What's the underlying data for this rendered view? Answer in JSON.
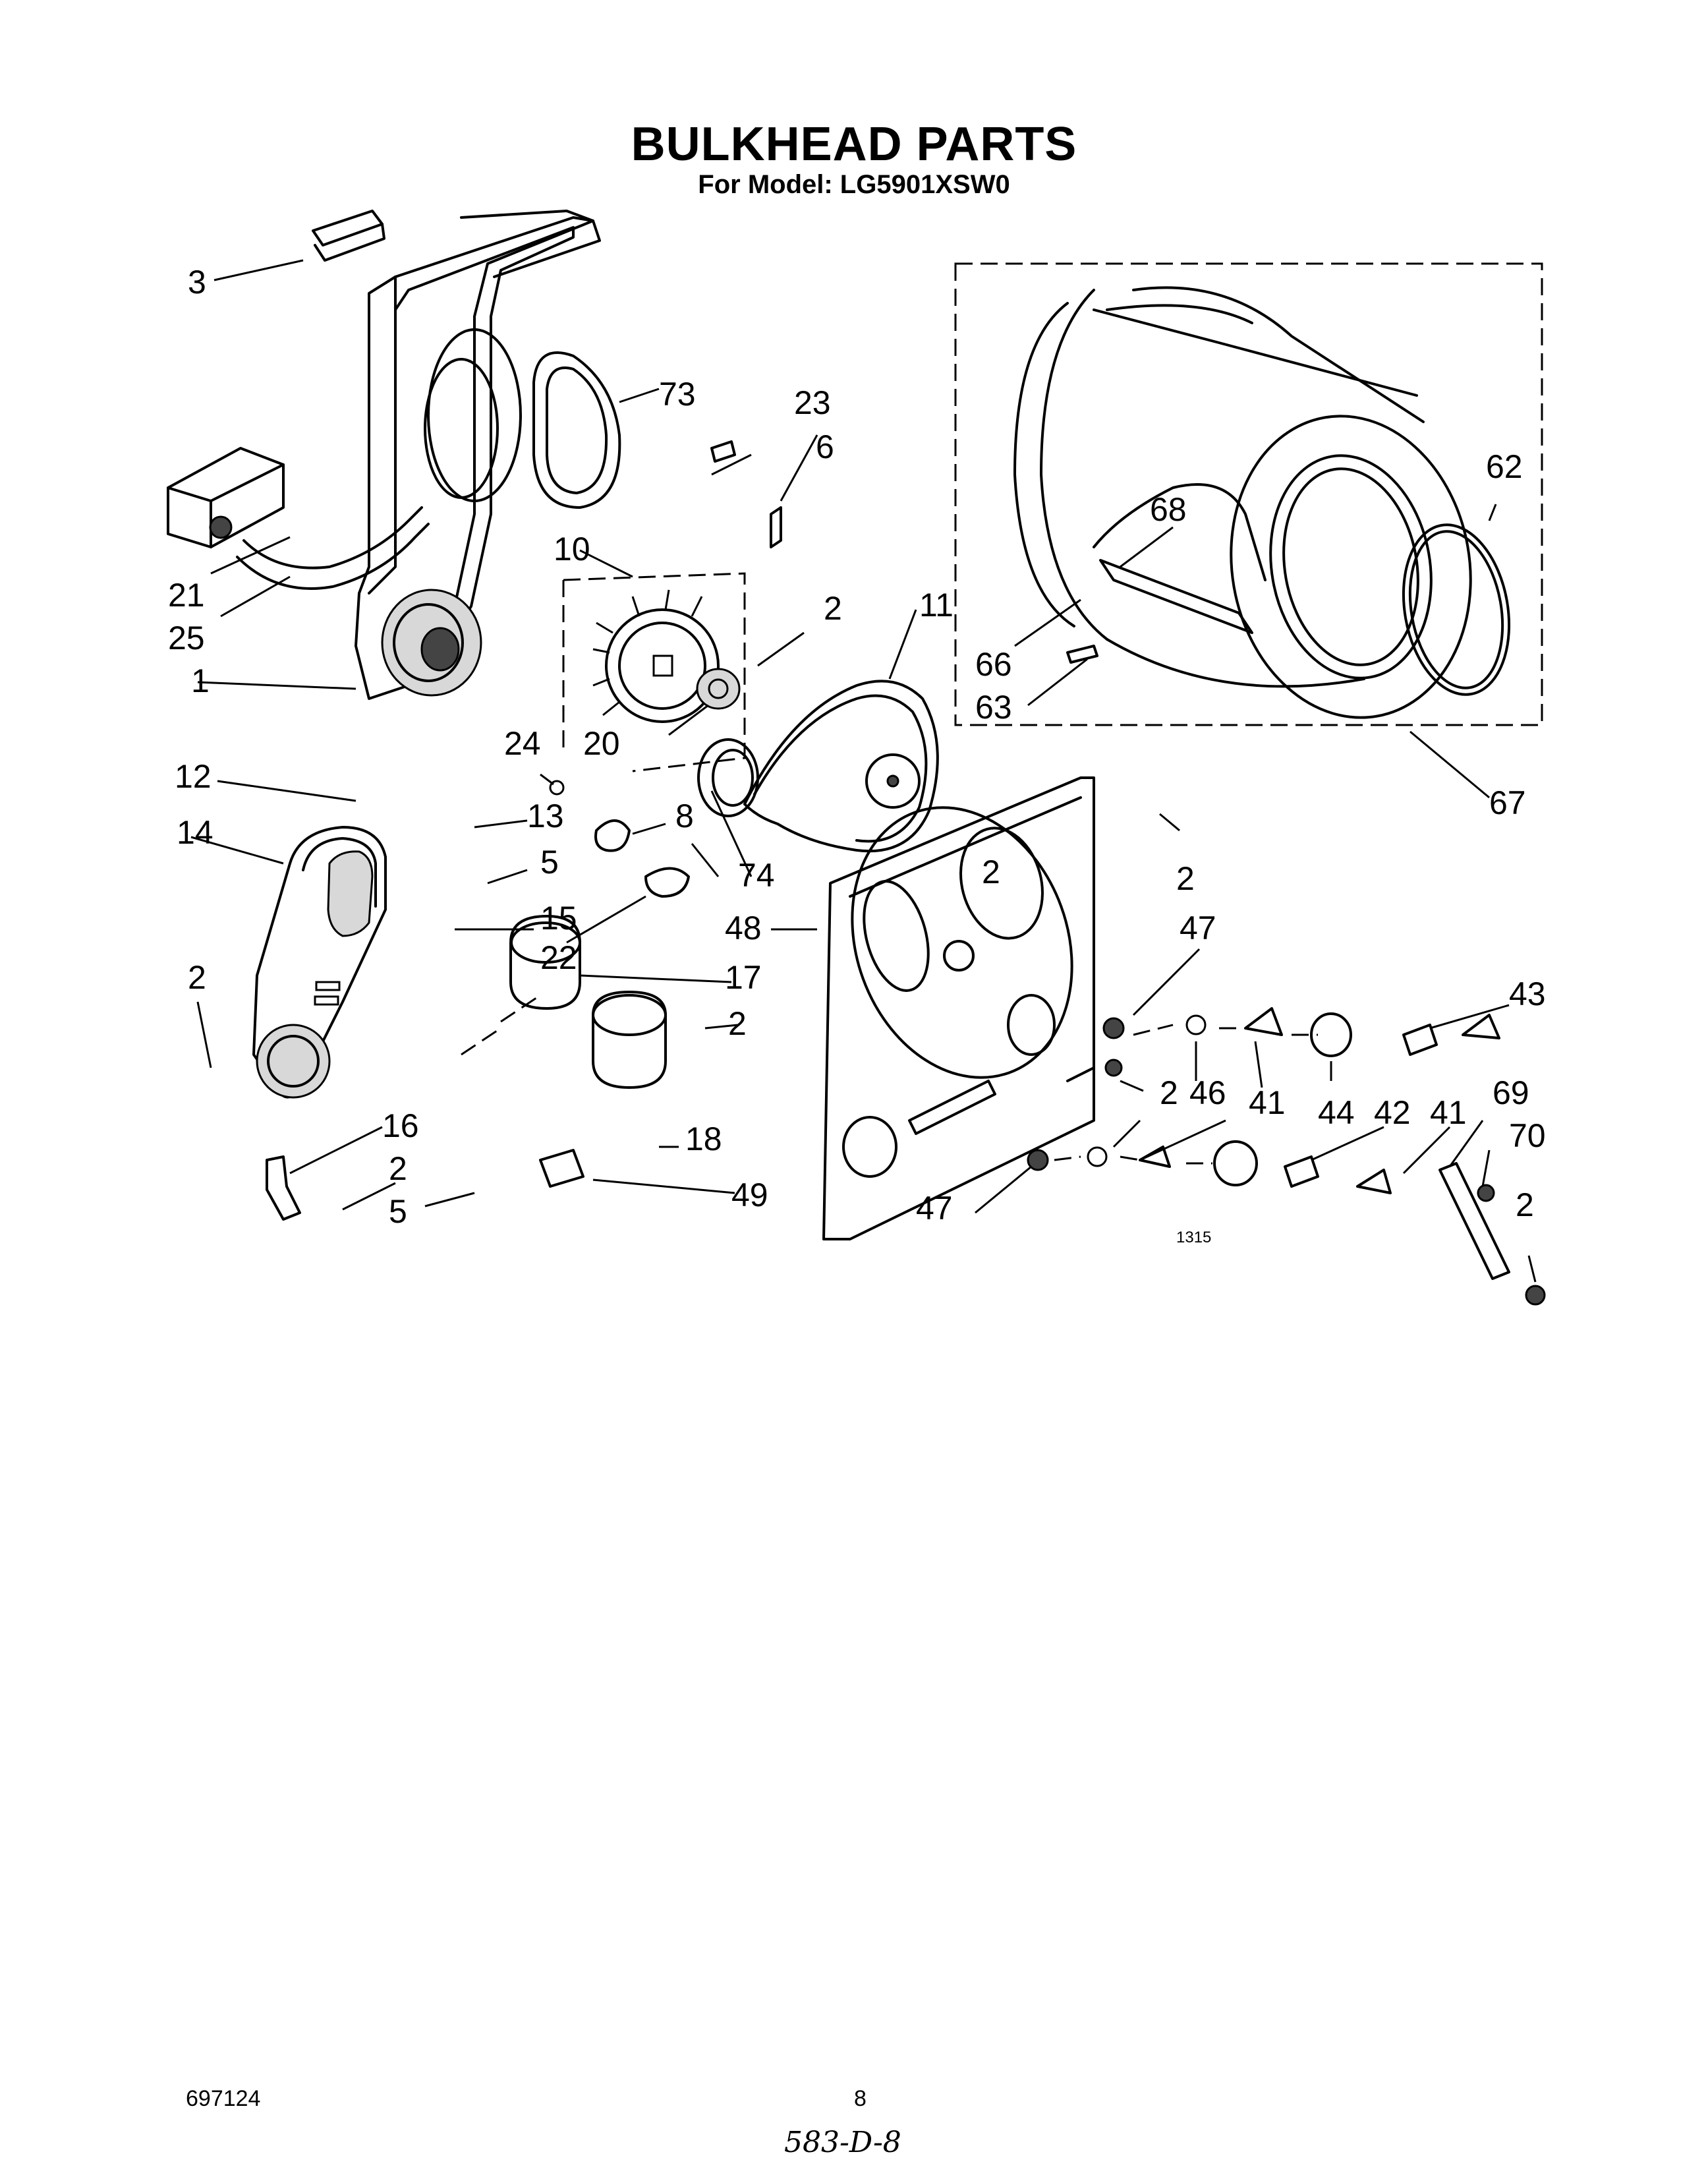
{
  "header": {
    "title": "BULKHEAD PARTS",
    "subtitle": "For Model: LG5901XSW0"
  },
  "diagram": {
    "callouts": [
      "3",
      "73",
      "23",
      "6",
      "21",
      "25",
      "1",
      "10",
      "2",
      "20",
      "11",
      "68",
      "62",
      "66",
      "63",
      "24",
      "12",
      "13",
      "8",
      "14",
      "5",
      "15",
      "74",
      "48",
      "22",
      "47",
      "43",
      "2",
      "17",
      "2",
      "2",
      "46",
      "41",
      "44",
      "42",
      "41",
      "69",
      "70",
      "16",
      "18",
      "2",
      "5",
      "49",
      "47",
      "2",
      "67",
      "2",
      "2"
    ],
    "figure_code": "1315"
  },
  "footer": {
    "part_number": "697124",
    "page_number": "8",
    "handwritten_note": "583-D-8"
  }
}
